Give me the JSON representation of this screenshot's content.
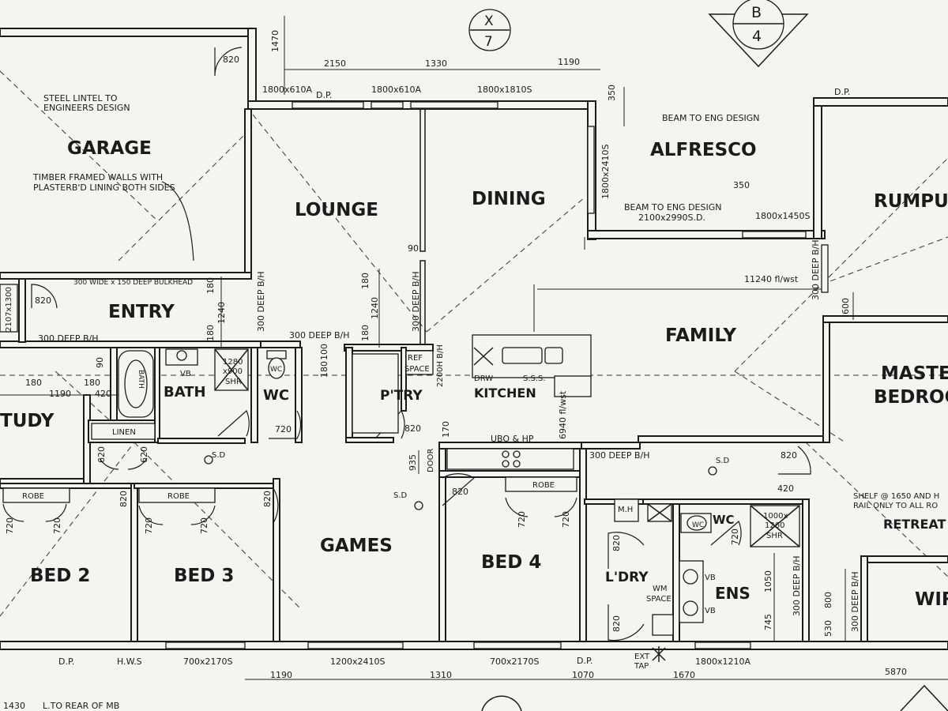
{
  "rooms": {
    "garage": "GARAGE",
    "lounge": "LOUNGE",
    "dining": "DINING",
    "alfresco": "ALFRESCO",
    "rumpus": "RUMPUS",
    "entry": "ENTRY",
    "family": "FAMILY",
    "master": "MASTE",
    "bedroom": "BEDROO",
    "study": "TUDY",
    "bath": "BATH",
    "wc1": "WC",
    "pantry": "P'TRY",
    "kitchen": "KITCHEN",
    "games": "GAMES",
    "bed2": "BED 2",
    "bed3": "BED 3",
    "bed4": "BED 4",
    "laundry": "L'DRY",
    "ens": "ENS",
    "wc2": "WC",
    "retreat": "RETREAT",
    "wir": "WIR"
  },
  "markers": {
    "x7_top": "X",
    "x7_bottom": "7",
    "b4_top": "B",
    "b4_bottom": "4"
  },
  "notes": {
    "steel_lintel_1": "STEEL LINTEL TO",
    "steel_lintel_2": "ENGINEERS DESIGN",
    "timber_1": "TIMBER FRAMED WALLS WITH",
    "timber_2": "PLASTERB'D LINING BOTH SIDES",
    "bulkhead": "300 WIDE x 150 DEEP BULKHEAD",
    "deep_bh_entry": "300 DEEP B/H",
    "deep_bh_mid": "300 DEEP B/H",
    "deep_bh_kitchen": "300 DEEP B/H",
    "deep_bh_vert1": "300 DEEP B/H",
    "deep_bh_vert2": "300 DEEP B/H",
    "deep_bh_vert3": "300 DEEP B/H",
    "deep_bh_vert4": "300 DEEP B/H",
    "deep_bh_vert5": "300 DEEP B/H",
    "beam_eng_1": "BEAM TO ENG DESIGN",
    "beam_eng_2": "BEAM TO ENG DESIGN",
    "beam_size": "2100x2990S.D.",
    "window_alfresco": "1800x1450S",
    "window_alfresco_v": "1800x2410S",
    "fl_wst_1": "11240 fl/wst",
    "fl_wst_2": "6940 fl/wst",
    "ref_space_1": "REF",
    "ref_space_2": "SPACE",
    "ref_height": "2200H B/H",
    "drw": "DRW",
    "sss": "S.S.S.",
    "ubo": "UBO & HP",
    "door_label": "DOOR",
    "linen": "LINEN",
    "robe1": "ROBE",
    "robe2": "ROBE",
    "robe3": "ROBE",
    "shr1_1": "1280",
    "shr1_2": "x900",
    "shr1_3": "SHR",
    "shr2_1": "1000x",
    "shr2_2": "1260",
    "shr2_3": "SHR",
    "wm_1": "WM",
    "wm_2": "SPACE",
    "mh": "M.H",
    "vb1": "VB",
    "vb2": "VB",
    "vb3": "VB",
    "wc_fix1": "WC",
    "wc_fix2": "WC",
    "bath_fix": "BATH",
    "sd1": "S.D",
    "sd2": "S.D",
    "sd3": "S.D",
    "shelf_1": "SHELF @ 1650 AND H",
    "shelf_2": "RAIL ONLY TO ALL RO",
    "dp1": "D.P.",
    "dp2": "D.P.",
    "dp3": "D.P.",
    "dp4": "D.P.",
    "hws": "H.W.S",
    "ext_tap_1": "EXT",
    "ext_tap_2": "TAP",
    "rear": "L.TO REAR OF MB"
  },
  "dims": {
    "d820_garage": "820",
    "d1470": "1470",
    "d2150": "2150",
    "d1330": "1330",
    "d1190_top": "1190",
    "w1800x610a_1": "1800x610A",
    "w1800x610a_2": "1800x610A",
    "w1800x1810s": "1800x1810S",
    "d350_1": "350",
    "d350_2": "350",
    "d2107x1300": "2107x1300",
    "d820_entry": "820",
    "d180_a": "180",
    "d1240_a": "1240",
    "d180_b": "180",
    "d180_c": "180",
    "d1240_b": "1240",
    "d180_d": "180",
    "d90_a": "90",
    "d90_b": "90",
    "d180_e": "180",
    "d180_f": "180",
    "d1190_study": "1190",
    "d420_study": "420",
    "d100": "100",
    "d180_g": "180",
    "d720_wc": "720",
    "d820_pantry": "820",
    "d170": "170",
    "d935": "935",
    "d820_bed4": "820",
    "d720_bed4a": "720",
    "d720_bed4b": "720",
    "d620_a": "620",
    "d620_b": "620",
    "d820_bed3": "820",
    "d720_bed2a": "720",
    "d720_bed2b": "720",
    "d720_bed3a": "720",
    "d720_bed3b": "720",
    "d820_games": "820",
    "d820_ldry1": "820",
    "d820_ldry2": "820",
    "d720_ens": "720",
    "d1050": "1050",
    "d745": "745",
    "d800": "800",
    "d530": "530",
    "d820_master": "820",
    "d420_master": "420",
    "d600": "600",
    "d1430": "1430",
    "w700x2170s_1": "700x2170S",
    "w1200x2410s": "1200x2410S",
    "w700x2170s_2": "700x2170S",
    "w1800x1210a": "1800x1210A",
    "d1190_bot": "1190",
    "d1310_bot": "1310",
    "d1070_bot": "1070",
    "d1670_bot": "1670",
    "d5870_bot": "5870"
  }
}
